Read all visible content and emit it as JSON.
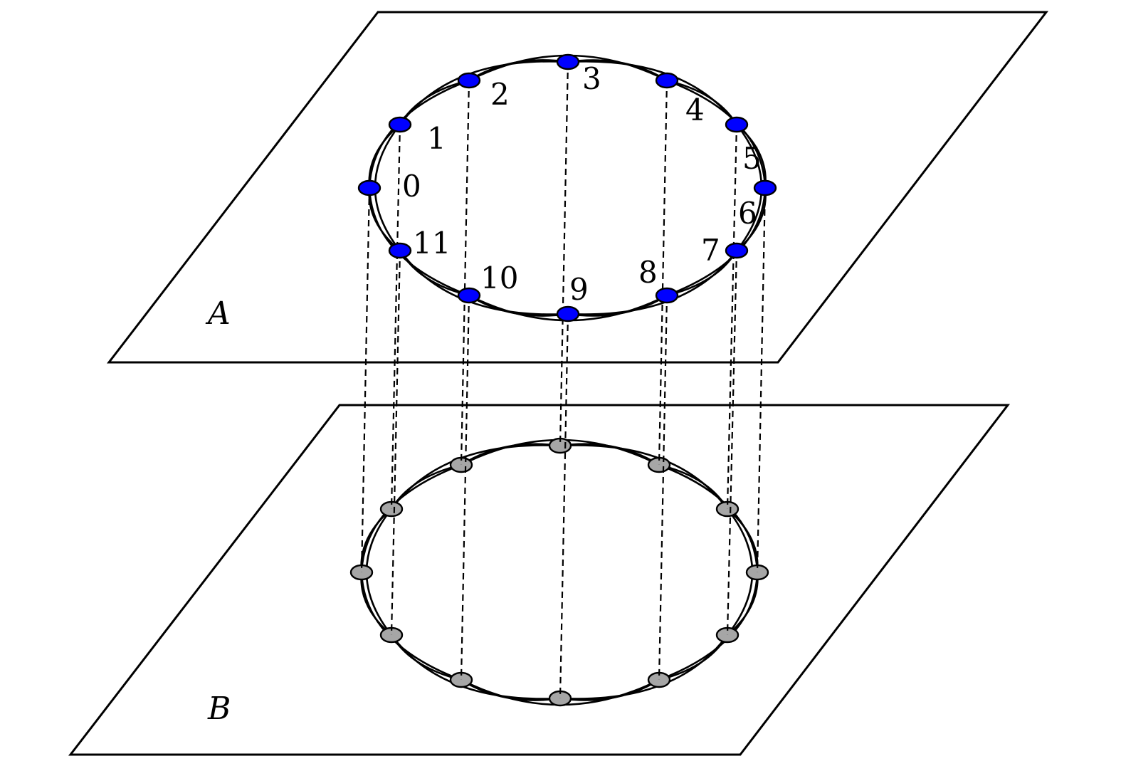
{
  "layers": [
    {
      "id": "A",
      "label": "A",
      "node_color": "#0000ff",
      "node_labels": [
        "0",
        "1",
        "2",
        "3",
        "4",
        "5",
        "6",
        "7",
        "8",
        "9",
        "10",
        "11"
      ]
    },
    {
      "id": "B",
      "label": "B",
      "node_color": "#a6a6a6",
      "node_labels": []
    }
  ],
  "graph": {
    "node_count": 12,
    "intra_layer_edges": "ring connecting each node to its neighbours at distance 1 and 2",
    "inter_layer_edges": "dashed line from each node in A to the corresponding node in B"
  },
  "colors": {
    "stroke": "#000000",
    "background": "#ffffff"
  }
}
